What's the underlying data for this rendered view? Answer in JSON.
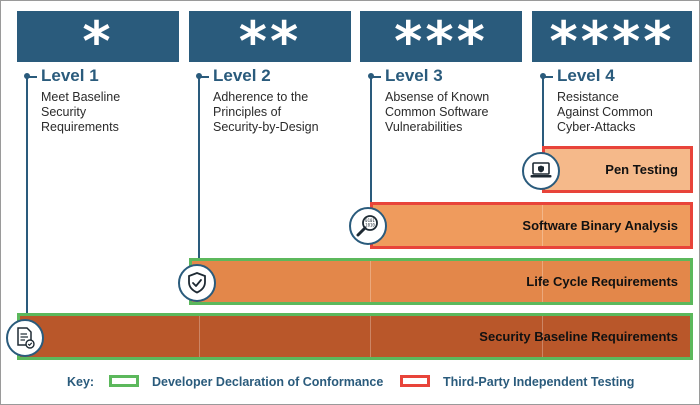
{
  "levels": [
    {
      "stars": "*",
      "title": "Level 1",
      "description": "Meet Baseline\nSecurity\nRequirements"
    },
    {
      "stars": "**",
      "title": "Level 2",
      "description": "Adherence to the\nPrinciples of\nSecurity-by-Design"
    },
    {
      "stars": "***",
      "title": "Level 3",
      "description": "Absense of Known\nCommon Software\nVulnerabilities"
    },
    {
      "stars": "****",
      "title": "Level 4",
      "description": "Resistance\nAgainst Common\nCyber-Attacks"
    }
  ],
  "bars": [
    {
      "label": "Pen Testing",
      "fill": "#f5b98a",
      "border": "#e8443a",
      "icon": "laptop-lock-icon"
    },
    {
      "label": "Software Binary Analysis",
      "fill": "#ef9b5d",
      "border": "#e8443a",
      "icon": "magnifier-binary-icon"
    },
    {
      "label": "Life Cycle Requirements",
      "fill": "#e3874a",
      "border": "#5cb85c",
      "icon": "shield-check-icon"
    },
    {
      "label": "Security Baseline Requirements",
      "fill": "#b9572a",
      "border": "#5cb85c",
      "icon": "document-check-icon"
    }
  ],
  "key": {
    "label": "Key:",
    "developer_label": "Developer Declaration of Conformance",
    "third_party_label": "Third-Party Independent Testing",
    "developer_color": "#5cb85c",
    "third_party_color": "#e8443a"
  },
  "colors": {
    "navy": "#2a5b7c"
  }
}
